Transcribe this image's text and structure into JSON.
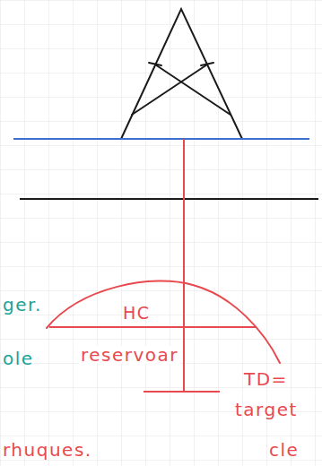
{
  "diagram": {
    "nodes": [
      {
        "text": [
          "HC",
          "reservoar"
        ]
      }
    ],
    "labels": [
      "ger.",
      "ole",
      "TD=",
      "target",
      "rhuques.",
      "cle"
    ]
  }
}
